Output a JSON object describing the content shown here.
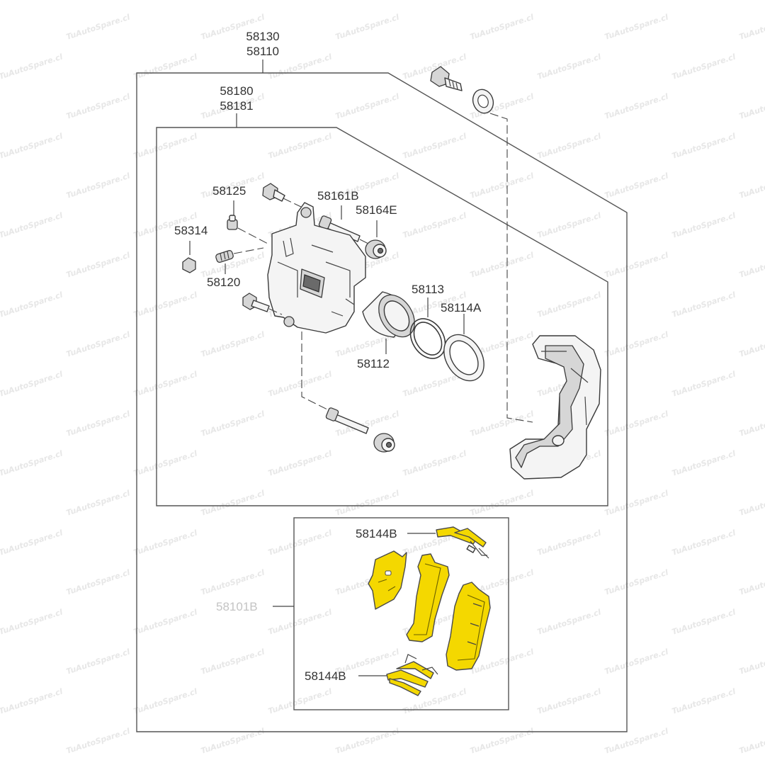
{
  "watermark": "TuAutoSpare.cl",
  "colors": {
    "pad_highlight": "#f4d800",
    "line": "#444444",
    "label": "#333333",
    "label_muted": "#c4c4c4"
  },
  "labels": {
    "assembly_top_a": "58130",
    "assembly_top_b": "58110",
    "caliper_a": "58180",
    "caliper_b": "58181",
    "p58125": "58125",
    "p58161b": "58161B",
    "p58164e": "58164E",
    "p58314": "58314",
    "p58120": "58120",
    "p58113": "58113",
    "p58114a": "58114A",
    "p58112": "58112",
    "pad_kit": "58101B",
    "clip_top": "58144B",
    "clip_bottom": "58144B"
  }
}
